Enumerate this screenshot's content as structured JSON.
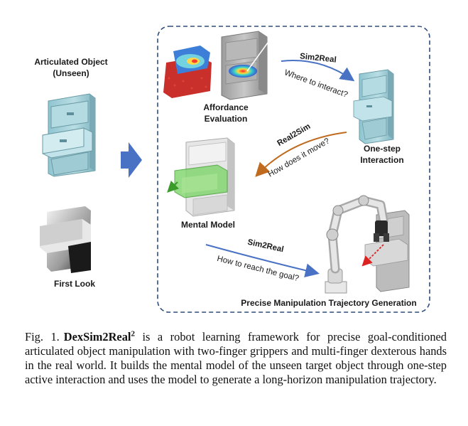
{
  "figure": {
    "left_panel": {
      "object_label_line1": "Articulated Object",
      "object_label_line2": "(Unseen)",
      "first_look_label": "First Look"
    },
    "pipeline": {
      "affordance_label_line1": "Affordance",
      "affordance_label_line2": "Evaluation",
      "one_step_label_line1": "One-step",
      "one_step_label_line2": "Interaction",
      "mental_model_label": "Mental Model",
      "trajectory_label": "Precise Manipulation Trajectory Generation",
      "sim2real_top": "Sim2Real",
      "sim2real_top_question": "Where to interact?",
      "real2sim": "Real2Sim",
      "real2sim_question": "How does it move?",
      "sim2real_bottom": "Sim2Real",
      "sim2real_bottom_question": "How to reach the goal?"
    },
    "colors": {
      "cabinet": "#a8d3dc",
      "forward_arrow": "#4a72c4",
      "back_arrow": "#c06a1e",
      "panel_border": "#2f4d7a"
    }
  },
  "caption": {
    "fig_label": "Fig. 1.",
    "name": "DexSim2Real",
    "name_sup": "2",
    "text": " is a robot learning framework for precise goal-conditioned articulated object manipulation with two-finger grippers and multi-finger dexterous hands in the real world. It builds the mental model of the unseen target object through one-step active interaction and uses the model to generate a long-horizon manipulation trajectory."
  }
}
